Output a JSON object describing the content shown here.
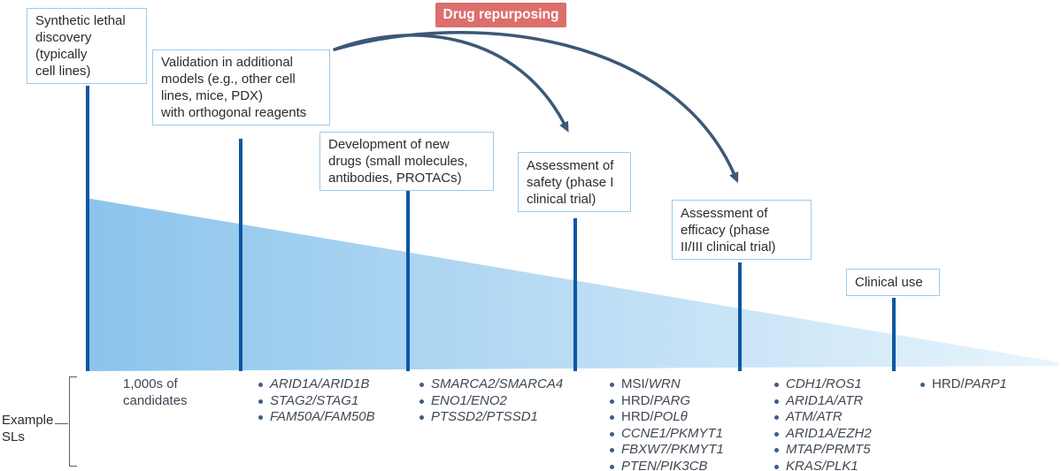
{
  "badge": {
    "label": "Drug repurposing"
  },
  "stages": [
    {
      "id": "discovery",
      "label": "Synthetic lethal\ndiscovery\n(typically\ncell lines)"
    },
    {
      "id": "validation",
      "label": "Validation in additional\nmodels (e.g., other cell\nlines, mice, PDX)\nwith orthogonal reagents"
    },
    {
      "id": "drug-development",
      "label": "Development of new\ndrugs (small molecules,\nantibodies, PROTACs)"
    },
    {
      "id": "safety",
      "label": "Assessment of\nsafety (phase I\nclinical trial)"
    },
    {
      "id": "efficacy",
      "label": "Assessment of\nefficacy (phase\nII/III clinical trial)"
    },
    {
      "id": "clinical-use",
      "label": "Clinical use"
    }
  ],
  "example_label": "Example\nSLs",
  "example_columns": [
    {
      "stage": "discovery",
      "bulleted": false,
      "items": [
        [
          {
            "t": "1,000s of\ncandidates",
            "i": false
          }
        ]
      ]
    },
    {
      "stage": "validation",
      "bulleted": true,
      "items": [
        [
          {
            "t": "ARID1A/ARID1B",
            "i": true
          }
        ],
        [
          {
            "t": "STAG2/STAG1",
            "i": true
          }
        ],
        [
          {
            "t": "FAM50A/FAM50B",
            "i": true
          }
        ]
      ]
    },
    {
      "stage": "drug-development",
      "bulleted": true,
      "items": [
        [
          {
            "t": "SMARCA2/SMARCA4",
            "i": true
          }
        ],
        [
          {
            "t": "ENO1/ENO2",
            "i": true
          }
        ],
        [
          {
            "t": "PTSSD2/PTSSD1",
            "i": true
          }
        ]
      ]
    },
    {
      "stage": "safety",
      "bulleted": true,
      "items": [
        [
          {
            "t": "MSI/",
            "i": false
          },
          {
            "t": "WRN",
            "i": true
          }
        ],
        [
          {
            "t": "HRD/",
            "i": false
          },
          {
            "t": "PARG",
            "i": true
          }
        ],
        [
          {
            "t": "HRD/",
            "i": false
          },
          {
            "t": "POLθ",
            "i": true
          }
        ],
        [
          {
            "t": "CCNE1/PKMYT1",
            "i": true
          }
        ],
        [
          {
            "t": "FBXW7/PKMYT1",
            "i": true
          }
        ],
        [
          {
            "t": "PTEN/PIK3CB",
            "i": true
          }
        ]
      ]
    },
    {
      "stage": "efficacy",
      "bulleted": true,
      "items": [
        [
          {
            "t": "CDH1/ROS1",
            "i": true
          }
        ],
        [
          {
            "t": "ARID1A/ATR",
            "i": true
          }
        ],
        [
          {
            "t": "ATM/ATR",
            "i": true
          }
        ],
        [
          {
            "t": "ARID1A/EZH2",
            "i": true
          }
        ],
        [
          {
            "t": "MTAP/PRMT5",
            "i": true
          }
        ],
        [
          {
            "t": "KRAS/PLK1",
            "i": true
          }
        ]
      ]
    },
    {
      "stage": "clinical-use",
      "bulleted": true,
      "items": [
        [
          {
            "t": "HRD/",
            "i": false
          },
          {
            "t": "PARP1",
            "i": true
          }
        ]
      ]
    }
  ],
  "colors": {
    "badge_bg": "#dc6f6b",
    "badge_text": "#ffffff",
    "box_border": "#9bcbed",
    "box_text": "#2c2c2c",
    "stage_line": "#0d57a1",
    "arrow": "#3c5877",
    "wedge_left": "#8bc4ec",
    "wedge_right": "#e9f5fd",
    "bullet": "#3c5d85",
    "list_text": "#3f4853",
    "bracket": "#5f5f5f"
  }
}
